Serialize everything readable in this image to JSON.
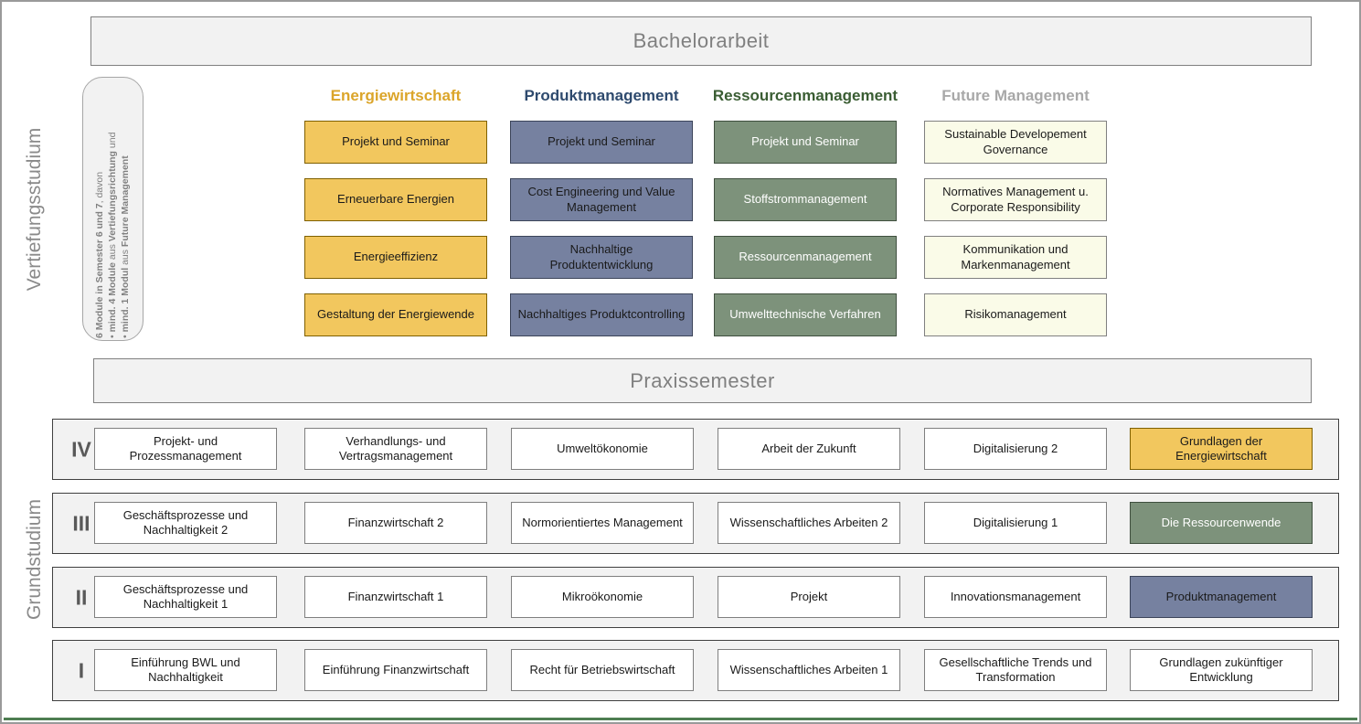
{
  "colors": {
    "bar-bg": "#f2f2f2",
    "bar-border": "#808080",
    "bar-text": "#808080",
    "side-text": "#8a8a8a",
    "note-bg": "#f2f2f2",
    "note-border": "#a6a6a6",
    "note-text": "#808080",
    "energie-header": "#DBA52A",
    "energie-fill": "#F2C75E",
    "energie-border": "#7F6000",
    "produkt-header": "#2E4A6E",
    "produkt-fill": "#7681A0",
    "produkt-border": "#3B4459",
    "ressourcen-header": "#3A5D33",
    "ressourcen-fill": "#7D927B",
    "ressourcen-border": "#3F4F3E",
    "future-header": "#A8A8A8",
    "future-fill": "#FAFBE8",
    "future-border": "#808080",
    "row-bg": "#f2f2f2",
    "row-border": "#404040",
    "box-border": "#7f7f7f",
    "numeral-text": "#595959",
    "footer-accent": "#4e7e52"
  },
  "headers": {
    "bachelor": "Bachelorarbeit",
    "praxis": "Praxissemester"
  },
  "side_labels": {
    "vertiefung": "Vertiefungsstudium",
    "grund": "Grundstudium"
  },
  "note": {
    "line1_bold": "6 Module in Semester 6 und 7",
    "line1_rest": ", davon",
    "bullet2": "• ",
    "line2_bold1": "mind. 4 Module",
    "line2_mid": " aus ",
    "line2_bold2": "Vertiefungsrichtung",
    "line2_end": " und",
    "bullet3": "• ",
    "line3_bold1": "mind. 1 Modul",
    "line3_mid": " aus ",
    "line3_bold2": "Future Management"
  },
  "tracks": [
    {
      "name": "Energiewirtschaft",
      "modules": [
        "Projekt und Seminar",
        "Erneuerbare Energien",
        "Energieeffizienz",
        "Gestaltung der Energiewende"
      ]
    },
    {
      "name": "Produktmanagement",
      "modules": [
        "Projekt und Seminar",
        "Cost Engineering und Value Management",
        "Nachhaltige Produktentwicklung",
        "Nachhaltiges Produktcontrolling"
      ]
    },
    {
      "name": "Ressourcenmanagement",
      "modules": [
        "Projekt und Seminar",
        "Stoffstrommanagement",
        "Ressourcenmanagement",
        "Umwelttechnische Verfahren"
      ]
    },
    {
      "name": "Future Management",
      "modules": [
        "Sustainable Developement Governance",
        "Normatives Management u. Corporate Responsibility",
        "Kommunikation und Markenmanagement",
        "Risikomanagement"
      ]
    }
  ],
  "semesters": [
    {
      "numeral": "IV",
      "modules": [
        {
          "label": "Projekt- und Prozessmanagement"
        },
        {
          "label": "Verhandlungs- und Vertragsmanagement"
        },
        {
          "label": "Umweltökonomie"
        },
        {
          "label": "Arbeit der Zukunft"
        },
        {
          "label": "Digitalisierung 2"
        },
        {
          "label": "Grundlagen der Energiewirtschaft",
          "variant": "energie"
        }
      ]
    },
    {
      "numeral": "III",
      "modules": [
        {
          "label": "Geschäftsprozesse und Nachhaltigkeit 2"
        },
        {
          "label": "Finanzwirtschaft 2"
        },
        {
          "label": "Normorientiertes Management"
        },
        {
          "label": "Wissenschaftliches Arbeiten 2"
        },
        {
          "label": "Digitalisierung 1"
        },
        {
          "label": "Die Ressourcenwende",
          "variant": "ressourcen"
        }
      ]
    },
    {
      "numeral": "II",
      "modules": [
        {
          "label": "Geschäftsprozesse und Nachhaltigkeit 1"
        },
        {
          "label": "Finanzwirtschaft 1"
        },
        {
          "label": "Mikroökonomie"
        },
        {
          "label": "Projekt"
        },
        {
          "label": "Innovationsmanagement"
        },
        {
          "label": "Produktmanagement",
          "variant": "produkt"
        }
      ]
    },
    {
      "numeral": "I",
      "modules": [
        {
          "label": "Einführung BWL und Nachhaltigkeit"
        },
        {
          "label": "Einführung Finanzwirtschaft"
        },
        {
          "label": "Recht für Betriebswirtschaft"
        },
        {
          "label": "Wissenschaftliches Arbeiten 1"
        },
        {
          "label": "Gesellschaftliche Trends und Transformation"
        },
        {
          "label": "Grundlagen zukünftiger Entwicklung"
        }
      ]
    }
  ]
}
